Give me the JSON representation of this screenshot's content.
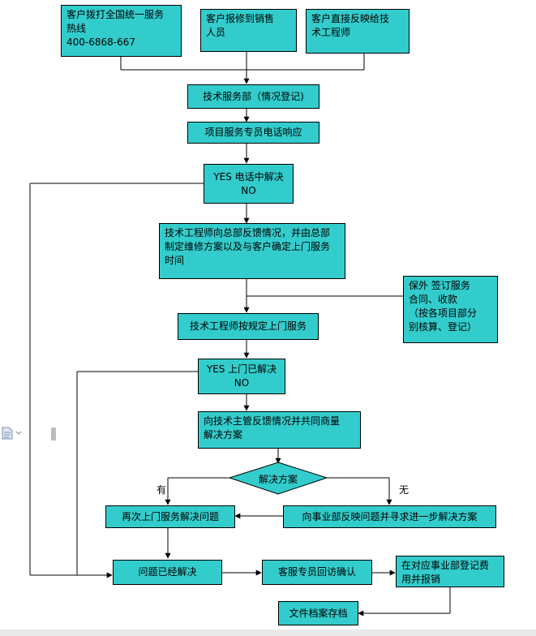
{
  "flowchart": {
    "entry_hotline": {
      "line1": "客户拨打全国统一服务",
      "line2": "热线",
      "line3": "400-6868-667"
    },
    "entry_sales": {
      "line1": "客户报修到销售",
      "line2": "人员"
    },
    "entry_engineer": {
      "line1": "客户直接反映给技",
      "line2": "术工程师"
    },
    "tech_service_dept": "技术服务部（情况登记)",
    "phone_response": "项目服务专员电话响应",
    "phone_check": {
      "yes": "YES 电话中解决",
      "no": "NO"
    },
    "report_hq": {
      "line1": "技术工程师向总部反馈情况，并由总部",
      "line2": "制定维修方案以及与客户确定上门服务",
      "line3": "时间"
    },
    "out_of_warranty": {
      "line1": "保外    签订服务",
      "line2": "合同、收款",
      "line3": "（按各项目部分",
      "line4": "别核算、登记）"
    },
    "onsite_service": "技术工程师按规定上门服务",
    "onsite_check": {
      "yes": "YES 上门已解决",
      "no": "NO"
    },
    "supervisor_feedback": {
      "line1": "向技术主管反馈情况并共同商量",
      "line2": "解决方案"
    },
    "decision": "解决方案",
    "label_yes": "有",
    "label_no": "无",
    "revisit": "再次上门服务解决问题",
    "escalate": "向事业部反映问题并寻求进一步解决方案",
    "resolved": "问题已经解决",
    "callback": "客服专员回访确认",
    "register_cost": {
      "line1": "在对应事业部登记费",
      "line2": "用并报销"
    },
    "archive": "文件档案存档"
  },
  "colors": {
    "box_fill": "#33cccc",
    "line": "#000000"
  },
  "margin": {
    "doc_icon": "document-icon"
  }
}
